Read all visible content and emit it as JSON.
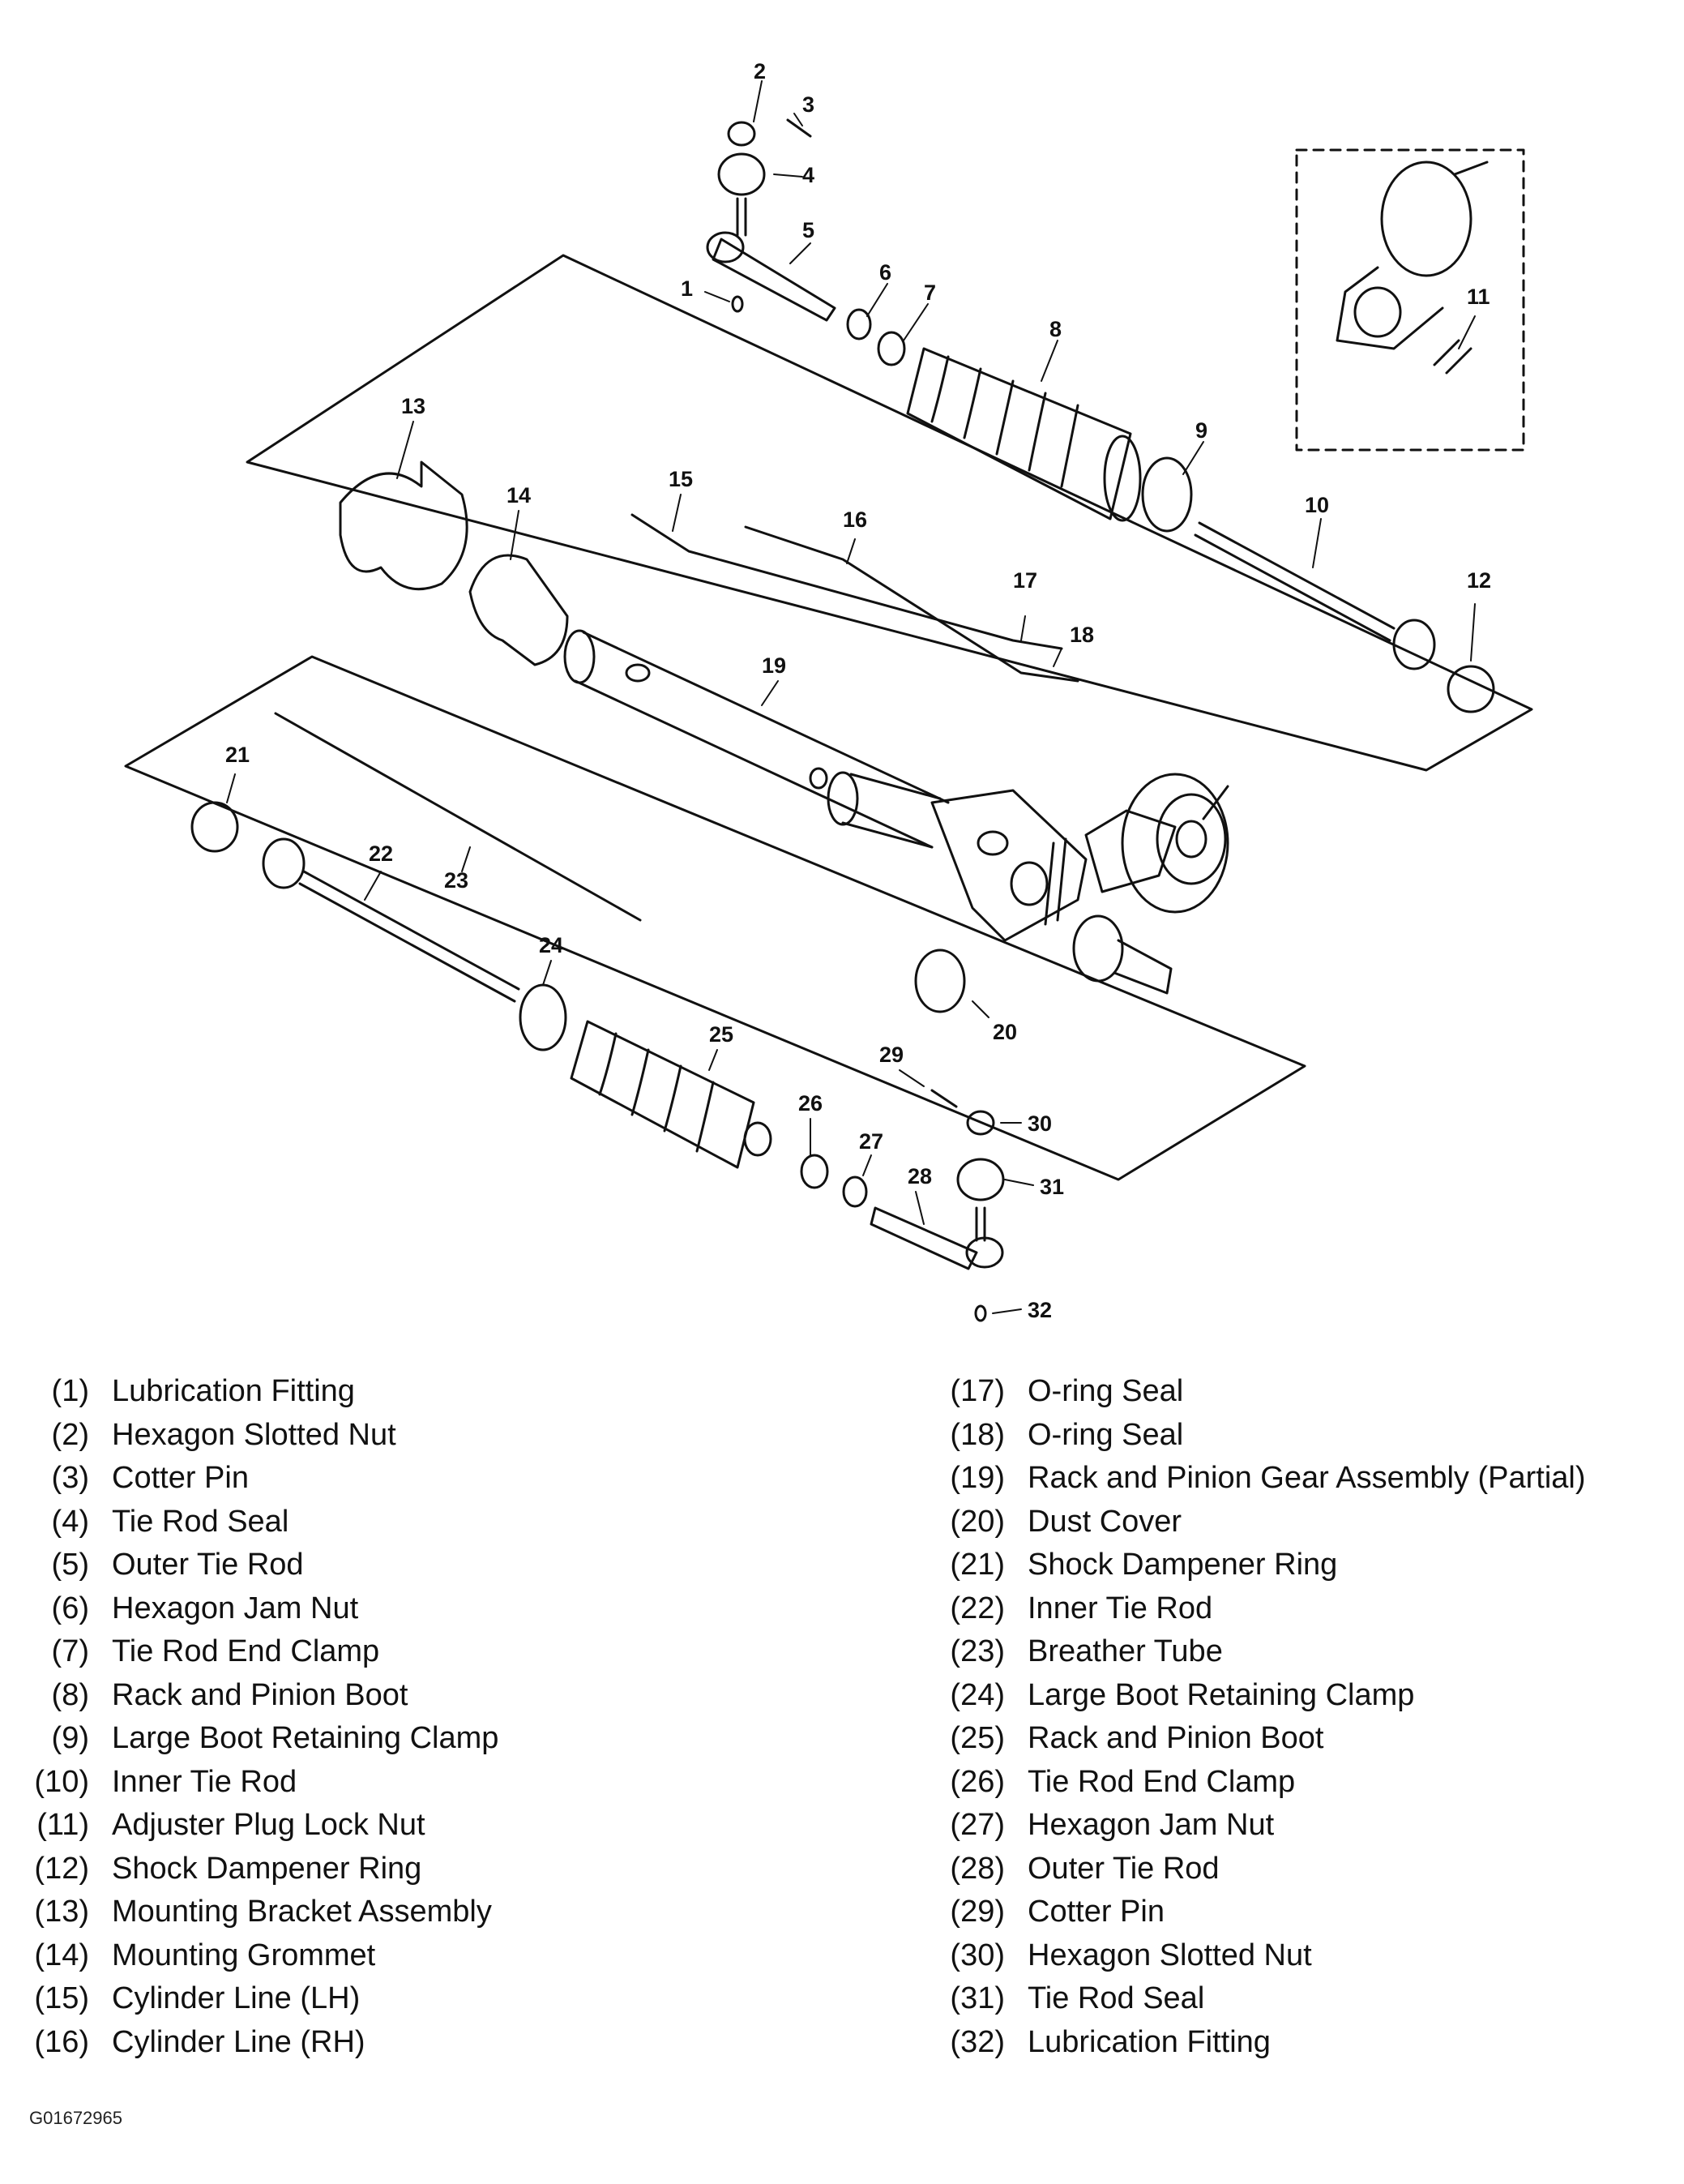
{
  "figure_id": "G01672965",
  "callouts": [
    "1",
    "2",
    "3",
    "4",
    "5",
    "6",
    "7",
    "8",
    "9",
    "10",
    "11",
    "12",
    "13",
    "14",
    "15",
    "16",
    "17",
    "18",
    "19",
    "20",
    "21",
    "22",
    "23",
    "24",
    "25",
    "26",
    "27",
    "28",
    "29",
    "30",
    "31",
    "32"
  ],
  "legend_left": [
    {
      "num": "(1)",
      "label": "Lubrication Fitting"
    },
    {
      "num": "(2)",
      "label": "Hexagon Slotted Nut"
    },
    {
      "num": "(3)",
      "label": "Cotter Pin"
    },
    {
      "num": "(4)",
      "label": "Tie Rod Seal"
    },
    {
      "num": "(5)",
      "label": "Outer Tie Rod"
    },
    {
      "num": "(6)",
      "label": "Hexagon Jam Nut"
    },
    {
      "num": "(7)",
      "label": "Tie Rod End Clamp"
    },
    {
      "num": "(8)",
      "label": "Rack and Pinion Boot"
    },
    {
      "num": "(9)",
      "label": "Large Boot Retaining Clamp"
    },
    {
      "num": "(10)",
      "label": "Inner Tie Rod"
    },
    {
      "num": "(11)",
      "label": "Adjuster Plug Lock Nut"
    },
    {
      "num": "(12)",
      "label": "Shock Dampener Ring"
    },
    {
      "num": "(13)",
      "label": "Mounting Bracket Assembly"
    },
    {
      "num": "(14)",
      "label": "Mounting Grommet"
    },
    {
      "num": "(15)",
      "label": "Cylinder Line (LH)"
    },
    {
      "num": "(16)",
      "label": "Cylinder Line (RH)"
    }
  ],
  "legend_right": [
    {
      "num": "(17)",
      "label": "O-ring Seal"
    },
    {
      "num": "(18)",
      "label": "O-ring Seal"
    },
    {
      "num": "(19)",
      "label": "Rack and Pinion Gear Assembly (Partial)"
    },
    {
      "num": "(20)",
      "label": "Dust Cover"
    },
    {
      "num": "(21)",
      "label": "Shock Dampener Ring"
    },
    {
      "num": "(22)",
      "label": "Inner Tie Rod"
    },
    {
      "num": "(23)",
      "label": "Breather Tube"
    },
    {
      "num": "(24)",
      "label": "Large Boot Retaining Clamp"
    },
    {
      "num": "(25)",
      "label": "Rack and Pinion Boot"
    },
    {
      "num": "(26)",
      "label": "Tie Rod End Clamp"
    },
    {
      "num": "(27)",
      "label": "Hexagon Jam Nut"
    },
    {
      "num": "(28)",
      "label": "Outer Tie Rod"
    },
    {
      "num": "(29)",
      "label": "Cotter Pin"
    },
    {
      "num": "(30)",
      "label": "Hexagon Slotted Nut"
    },
    {
      "num": "(31)",
      "label": "Tie Rod Seal"
    },
    {
      "num": "(32)",
      "label": "Lubrication Fitting"
    }
  ]
}
